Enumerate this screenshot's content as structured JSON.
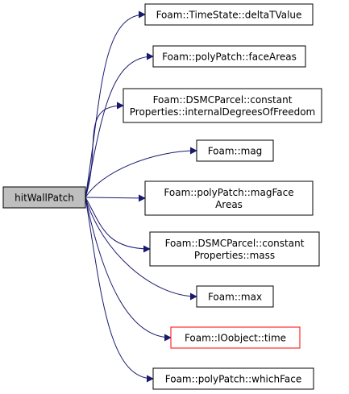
{
  "diagram": {
    "root": {
      "id": "hitWallPatch",
      "lines": [
        "hitWallPatch"
      ],
      "fill": "#bfbfbf",
      "stroke": "#000000"
    },
    "callees": [
      {
        "id": "deltaTValue",
        "lines": [
          "Foam::TimeState::deltaTValue"
        ],
        "stroke": "#000000"
      },
      {
        "id": "faceAreas",
        "lines": [
          "Foam::polyPatch::faceAreas"
        ],
        "stroke": "#000000"
      },
      {
        "id": "internalDegreesOfFreedom",
        "lines": [
          "Foam::DSMCParcel::constant",
          "Properties::internalDegreesOfFreedom"
        ],
        "stroke": "#000000"
      },
      {
        "id": "mag",
        "lines": [
          "Foam::mag"
        ],
        "stroke": "#000000"
      },
      {
        "id": "magFaceAreas",
        "lines": [
          "Foam::polyPatch::magFace",
          "Areas"
        ],
        "stroke": "#000000"
      },
      {
        "id": "mass",
        "lines": [
          "Foam::DSMCParcel::constant",
          "Properties::mass"
        ],
        "stroke": "#000000"
      },
      {
        "id": "max",
        "lines": [
          "Foam::max"
        ],
        "stroke": "#000000"
      },
      {
        "id": "time",
        "lines": [
          "Foam::IOobject::time"
        ],
        "stroke": "#ff0000"
      },
      {
        "id": "whichFace",
        "lines": [
          "Foam::polyPatch::whichFace"
        ],
        "stroke": "#000000"
      }
    ],
    "edge_color": "#191970"
  }
}
